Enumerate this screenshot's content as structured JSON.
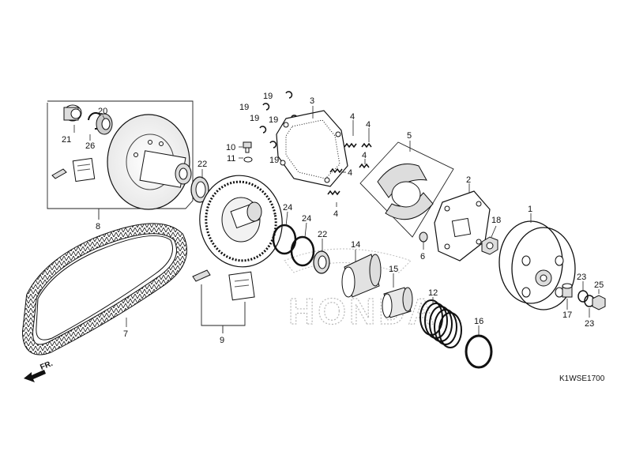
{
  "diagram": {
    "code": "K1WSE1700",
    "direction_marker": "FR.",
    "watermark": "HONDA"
  },
  "callouts": [
    {
      "id": "c1",
      "label": "1"
    },
    {
      "id": "c2",
      "label": "2"
    },
    {
      "id": "c3",
      "label": "3"
    },
    {
      "id": "c4a",
      "label": "4"
    },
    {
      "id": "c4b",
      "label": "4"
    },
    {
      "id": "c4c",
      "label": "4"
    },
    {
      "id": "c4d",
      "label": "4"
    },
    {
      "id": "c4e",
      "label": "4"
    },
    {
      "id": "c5",
      "label": "5"
    },
    {
      "id": "c6",
      "label": "6"
    },
    {
      "id": "c7",
      "label": "7"
    },
    {
      "id": "c8",
      "label": "8"
    },
    {
      "id": "c9",
      "label": "9"
    },
    {
      "id": "c10",
      "label": "10"
    },
    {
      "id": "c11",
      "label": "11"
    },
    {
      "id": "c12",
      "label": "12"
    },
    {
      "id": "c14",
      "label": "14"
    },
    {
      "id": "c15",
      "label": "15"
    },
    {
      "id": "c16",
      "label": "16"
    },
    {
      "id": "c17",
      "label": "17"
    },
    {
      "id": "c18",
      "label": "18"
    },
    {
      "id": "c19a",
      "label": "19"
    },
    {
      "id": "c19b",
      "label": "19"
    },
    {
      "id": "c19c",
      "label": "19"
    },
    {
      "id": "c19d",
      "label": "19"
    },
    {
      "id": "c19e",
      "label": "19"
    },
    {
      "id": "c20",
      "label": "20"
    },
    {
      "id": "c21",
      "label": "21"
    },
    {
      "id": "c22a",
      "label": "22"
    },
    {
      "id": "c22b",
      "label": "22"
    },
    {
      "id": "c23a",
      "label": "23"
    },
    {
      "id": "c23b",
      "label": "23"
    },
    {
      "id": "c24a",
      "label": "24"
    },
    {
      "id": "c24b",
      "label": "24"
    },
    {
      "id": "c25",
      "label": "25"
    },
    {
      "id": "c26",
      "label": "26"
    }
  ]
}
